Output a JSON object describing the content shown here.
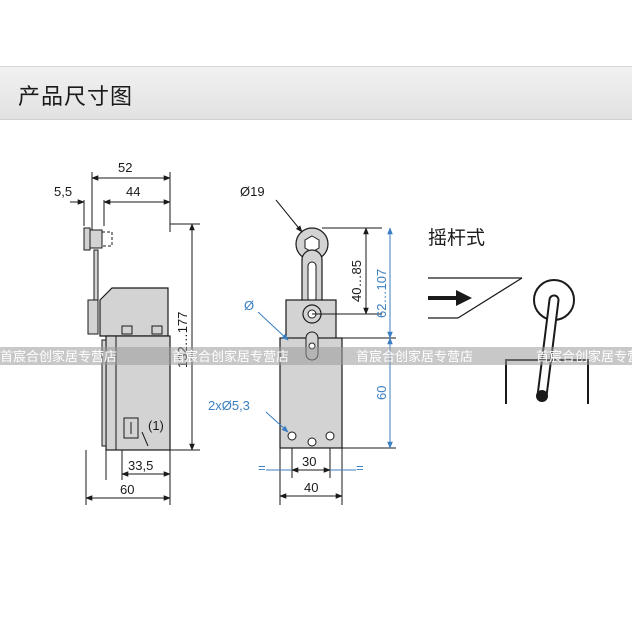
{
  "header": {
    "title": "产品尺寸图"
  },
  "side_view": {
    "dim_total_width": "52",
    "dim_small": "5,5",
    "dim_body_width": "44",
    "dim_height": "132…177",
    "label_part": "(1)",
    "dim_base_inner": "33,5",
    "dim_base": "60"
  },
  "front_view": {
    "dim_roller": "Ø19",
    "dim_arm": "40…85",
    "dim_arm_total": "62…107",
    "label_diameter": "Ø",
    "dim_holes": "2xØ5,3",
    "dim_body_height": "60",
    "dim_hole_spacing": "30",
    "eq_left": "=",
    "eq_right": "=",
    "dim_body_width": "40"
  },
  "actuator": {
    "label": "摇杆式"
  },
  "watermark": {
    "text_1": "首宸合创家居专营店",
    "text_2": "首宸合创家居专营店",
    "text_3": "首宸合创家居专营店",
    "text_4": "首宸合创家居专营店"
  },
  "colors": {
    "dimension_blue": "#3a7fc1",
    "body_gray": "#d3d3d3",
    "line": "#1a1a1a"
  }
}
